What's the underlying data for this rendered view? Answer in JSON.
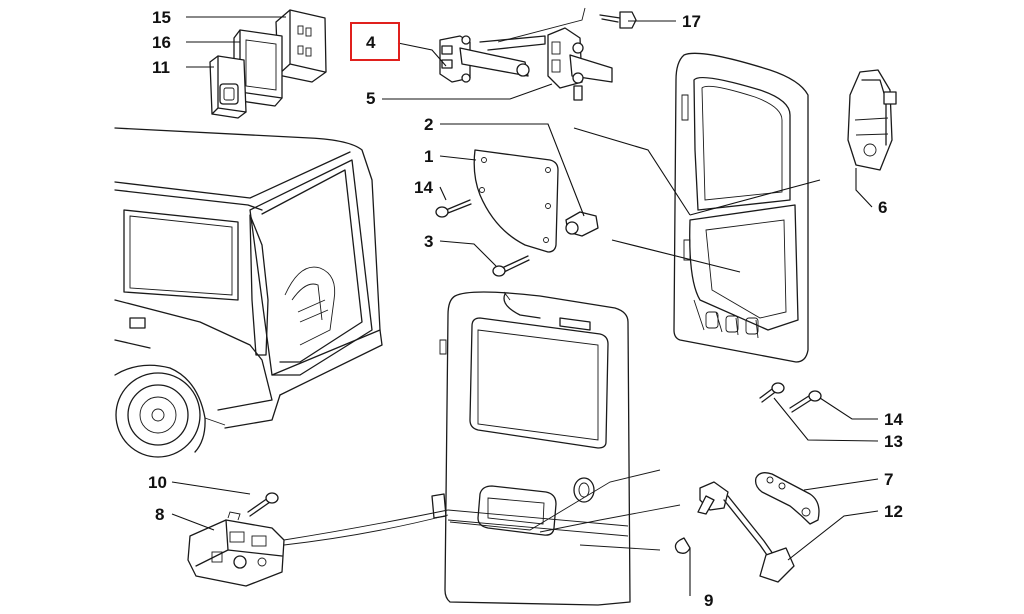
{
  "diagram": {
    "highlight_color": "#e0201d",
    "highlighted_part": "4",
    "labels": {
      "l1": "1",
      "l2": "2",
      "l3": "3",
      "l4": "4",
      "l5": "5",
      "l6": "6",
      "l7": "7",
      "l8": "8",
      "l9": "9",
      "l10": "10",
      "l11": "11",
      "l12": "12",
      "l13": "13",
      "l14a": "14",
      "l14b": "14",
      "l15": "15",
      "l16": "16",
      "l17": "17"
    }
  }
}
